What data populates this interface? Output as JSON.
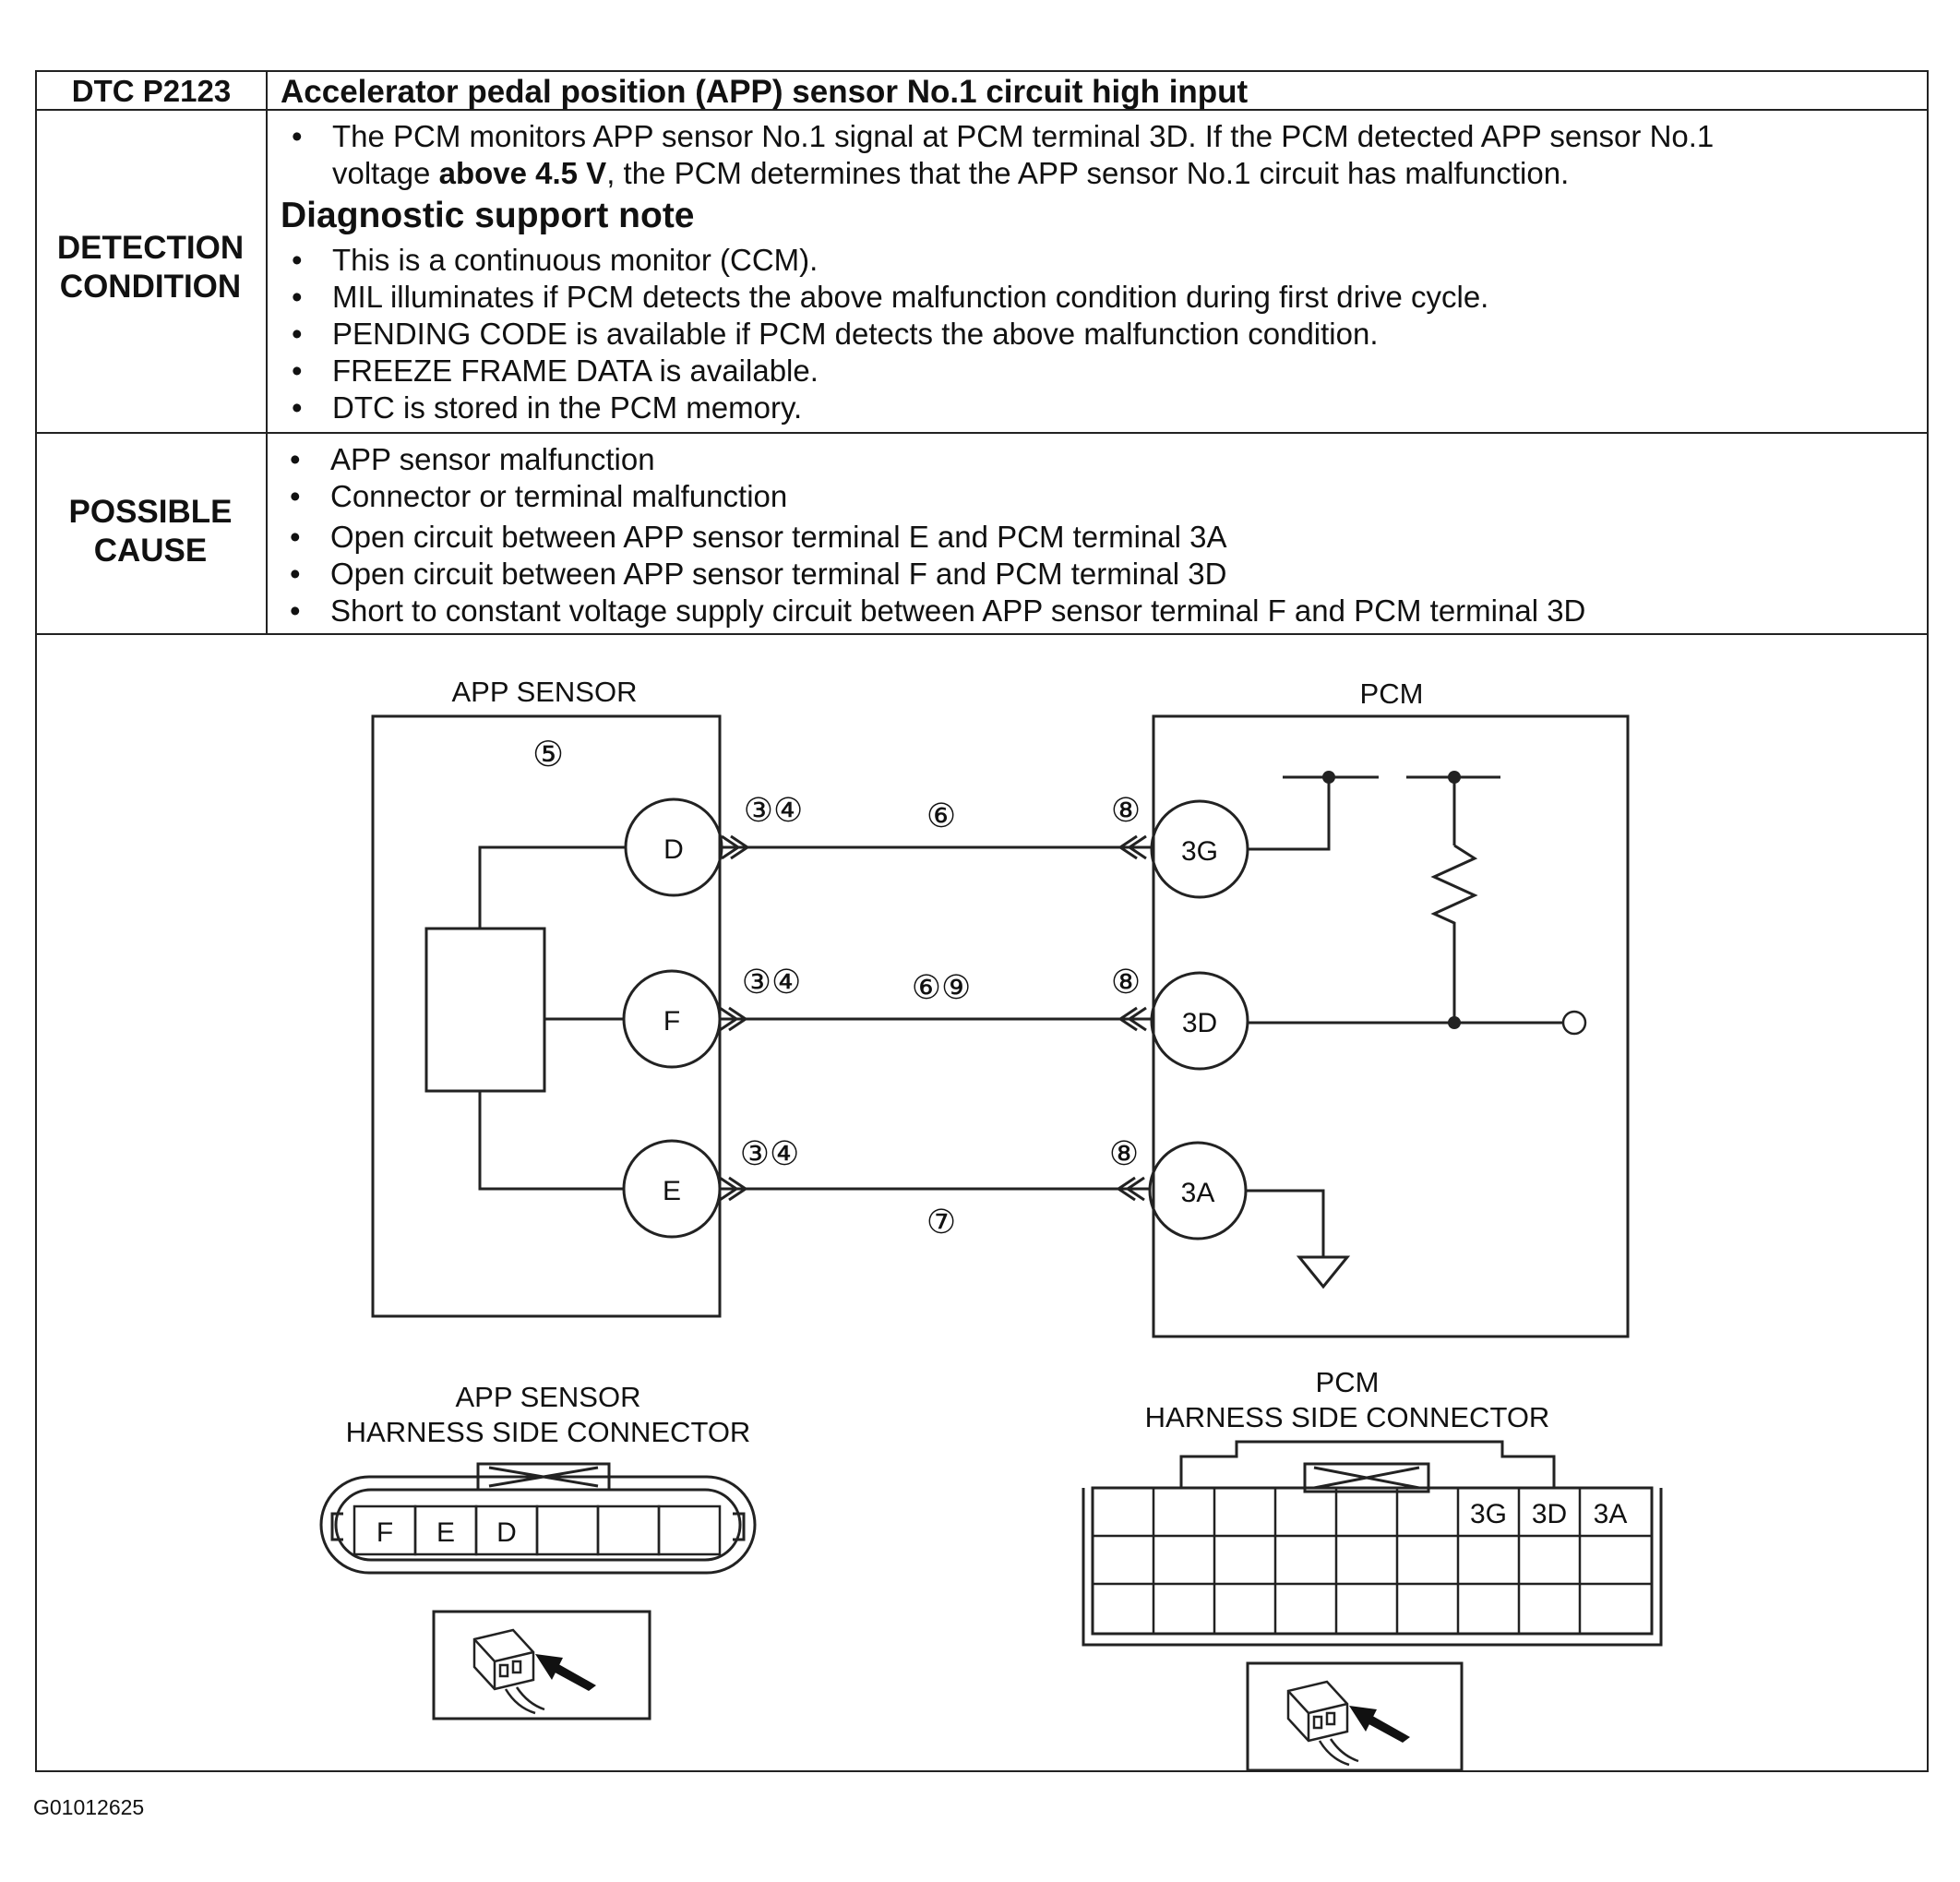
{
  "dtc": {
    "code": "DTC P2123",
    "title": "Accelerator pedal position (APP) sensor No.1 circuit high input"
  },
  "detection": {
    "label_line1": "DETECTION",
    "label_line2": "CONDITION",
    "intro_a": "The PCM monitors APP sensor No.1 signal at PCM terminal 3D. If the PCM detected APP sensor No.1",
    "intro_b_pre": "voltage ",
    "intro_b_bold": "above 4.5 V",
    "intro_b_post": ", the PCM determines that the APP sensor No.1 circuit has malfunction.",
    "note_heading": "Diagnostic support note",
    "notes": [
      "This is a continuous monitor (CCM).",
      "MIL illuminates if PCM detects the above malfunction condition during first drive cycle.",
      "PENDING CODE is available if PCM detects the above malfunction condition.",
      "FREEZE FRAME DATA is available.",
      "DTC is stored in the PCM memory."
    ]
  },
  "possible_cause": {
    "label_line1": "POSSIBLE",
    "label_line2": "CAUSE",
    "items": [
      "APP sensor malfunction",
      "Connector or terminal malfunction",
      "Open circuit between APP sensor terminal E and PCM terminal 3A",
      "Open circuit between APP sensor terminal F and PCM terminal 3D",
      "Short to constant voltage supply circuit between APP sensor terminal F and PCM terminal 3D"
    ]
  },
  "diagram": {
    "app_sensor_label": "APP SENSOR",
    "pcm_label": "PCM",
    "sensor_step": "⑤",
    "sensor_terminals": [
      "D",
      "F",
      "E"
    ],
    "pcm_terminals": [
      "3G",
      "3D",
      "3A"
    ],
    "connector_steps": "③④",
    "pcm_connector_step": "⑧",
    "wire_steps": [
      "⑥",
      "⑥⑨",
      "⑦"
    ],
    "app_connector_title_line1": "APP SENSOR",
    "app_connector_title_line2": "HARNESS SIDE CONNECTOR",
    "app_connector_cells": [
      "F",
      "E",
      "D",
      "",
      "",
      ""
    ],
    "pcm_connector_title_line1": "PCM",
    "pcm_connector_title_line2": "HARNESS SIDE CONNECTOR",
    "pcm_connector_labels": [
      "3G",
      "3D",
      "3A"
    ]
  },
  "figure_id": "G01012625"
}
